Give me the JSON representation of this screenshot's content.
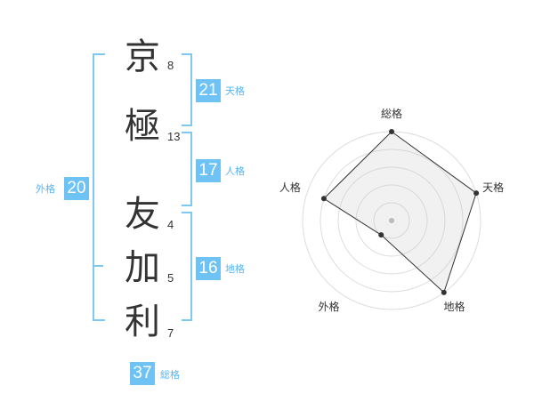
{
  "name_chars": [
    {
      "char": "京",
      "strokes": "8"
    },
    {
      "char": "極",
      "strokes": "13"
    },
    {
      "char": "友",
      "strokes": "4"
    },
    {
      "char": "加",
      "strokes": "5"
    },
    {
      "char": "利",
      "strokes": "7"
    }
  ],
  "fortune": {
    "tenkaku": {
      "value": "21",
      "label": "天格"
    },
    "jinkaku": {
      "value": "17",
      "label": "人格"
    },
    "chikaku": {
      "value": "16",
      "label": "地格"
    },
    "gaikaku": {
      "value": "20",
      "label": "外格"
    },
    "soukaku": {
      "value": "37",
      "label": "総格"
    }
  },
  "colors": {
    "accent": "#6ec3f4",
    "bracket": "#7ec8f2",
    "label": "#5ab4ec"
  },
  "chart_data": {
    "type": "radar",
    "axes": [
      "総格",
      "天格",
      "地格",
      "外格",
      "人格"
    ],
    "values": [
      5,
      5,
      5,
      1,
      4
    ],
    "rmax": 5,
    "rings": 5
  }
}
